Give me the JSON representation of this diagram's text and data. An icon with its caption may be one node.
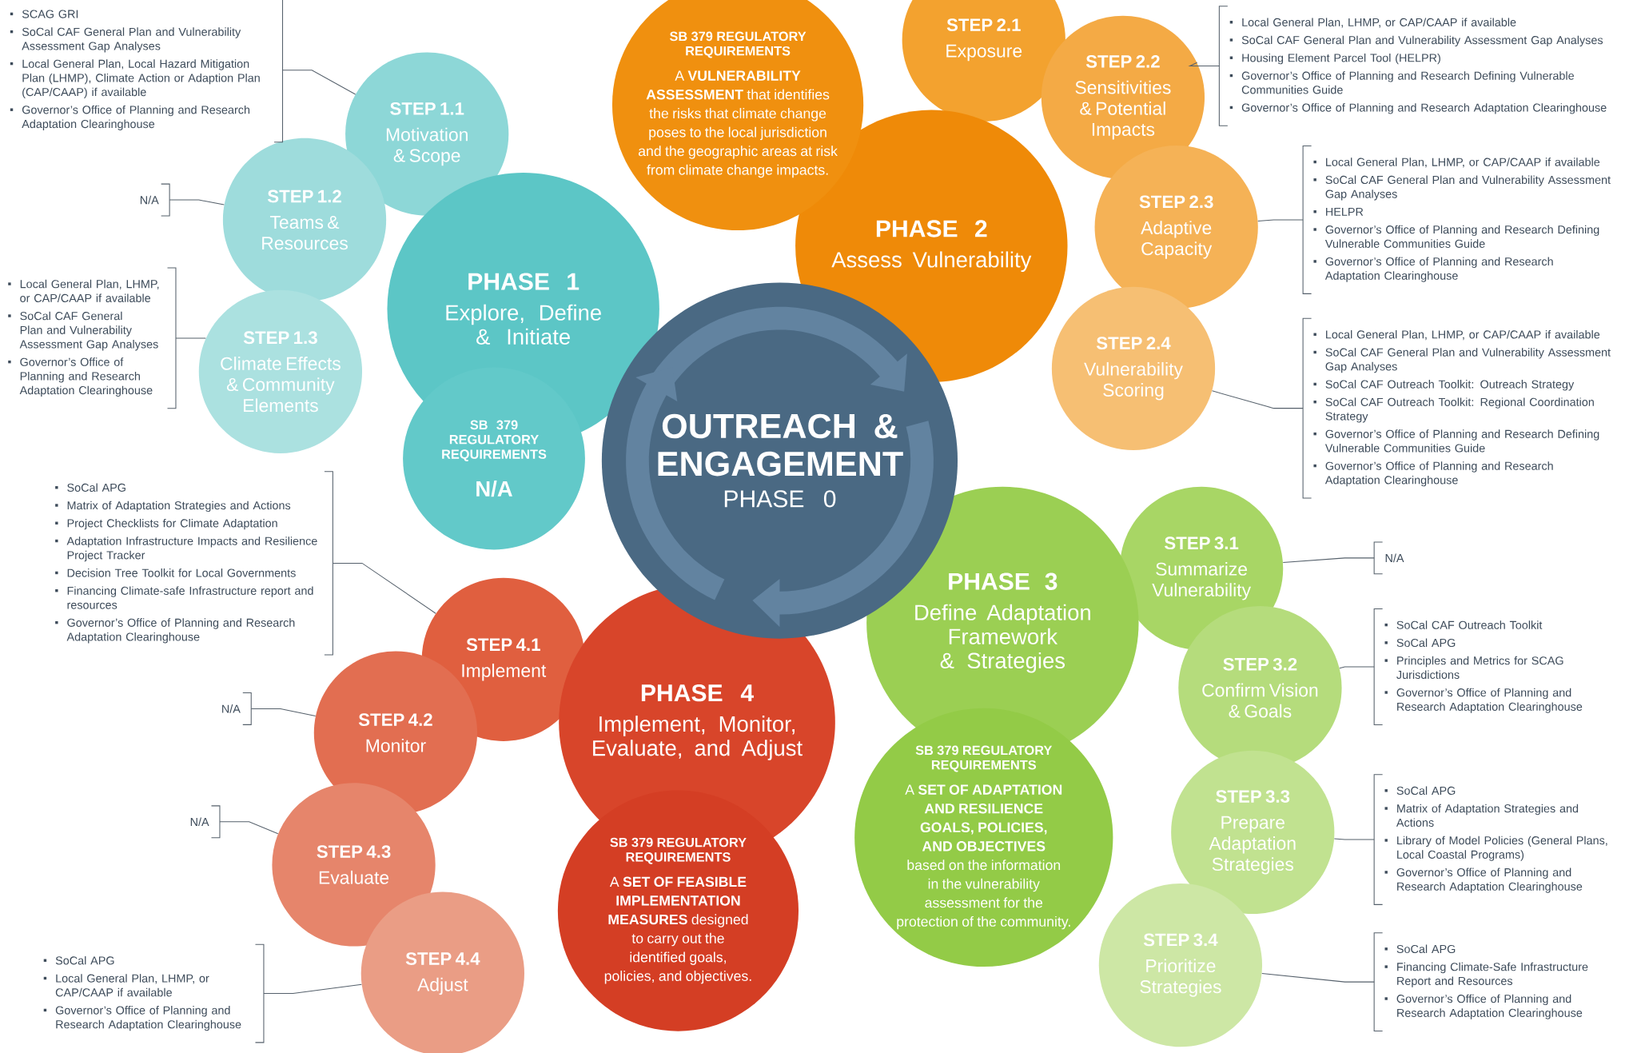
{
  "diagram": {
    "nodes": [
      {
        "text": [
          "OUTREACH & ENGAGEMENT",
          "PHASE 0"
        ]
      },
      {
        "text": [
          "PHASE 1",
          "Explore, Define & Initiate"
        ]
      },
      {
        "text": [
          "STEP 1.1",
          "Motivation & Scope"
        ]
      },
      {
        "text": [
          "STEP 1.2",
          "Teams & Resources"
        ]
      },
      {
        "text": [
          "STEP 1.3",
          "Climate Effects & Community Elements"
        ]
      },
      {
        "text": [
          "SB 379 REGULATORY REQUIREMENTS",
          "N/A"
        ]
      },
      {
        "text": [
          "PHASE 2",
          "Assess Vulnerability"
        ]
      },
      {
        "text": [
          "SB 379 REGULATORY REQUIREMENTS",
          "A **VULNERABILITY ASSESSMENT** that identifies the risks that climate change poses to the local jurisdiction and the geographic areas at risk from climate change impacts."
        ]
      },
      {
        "text": [
          "STEP 2.1",
          "Exposure"
        ]
      },
      {
        "text": [
          "STEP 2.2",
          "Sensitivities & Potential Impacts"
        ]
      },
      {
        "text": [
          "STEP 2.3",
          "Adaptive Capacity"
        ]
      },
      {
        "text": [
          "STEP 2.4",
          "Vulnerability Scoring"
        ]
      },
      {
        "text": [
          "PHASE 3",
          "Define Adaptation Framework & Strategies"
        ]
      },
      {
        "text": [
          "SB 379 REGULATORY REQUIREMENTS",
          "A **SET OF ADAPTATION AND RESILIENCE GOALS, POLICIES, AND OBJECTIVES** based on the information in the vulnerability assessment for the protection of the community."
        ]
      },
      {
        "text": [
          "STEP 3.1",
          "Summarize Vulnerability"
        ]
      },
      {
        "text": [
          "STEP 3.2",
          "Confirm Vision & Goals"
        ]
      },
      {
        "text": [
          "STEP 3.3",
          "Prepare Adaptation Strategies"
        ]
      },
      {
        "text": [
          "STEP 3.4",
          "Prioritize Strategies"
        ]
      },
      {
        "text": [
          "PHASE 4",
          "Implement, Monitor, Evaluate, and Adjust"
        ]
      },
      {
        "text": [
          "SB 379 REGULATORY REQUIREMENTS",
          "A **SET OF FEASIBLE IMPLEMENTATION MEASURES** designed to carry out the identified goals, policies, and objectives."
        ]
      },
      {
        "text": [
          "STEP 4.1",
          "Implement"
        ]
      },
      {
        "text": [
          "STEP 4.2",
          "Monitor"
        ]
      },
      {
        "text": [
          "STEP 4.3",
          "Evaluate"
        ]
      },
      {
        "text": [
          "STEP 4.4",
          "Adjust"
        ]
      },
      {
        "text": [
          "SCAG GRI",
          "SoCal CAF General Plan and Vulnerability Assessment Gap Analyses",
          "Local General Plan, Local Hazard Mitigation Plan (LHMP), Climate Action or Adaption Plan (CAP/CAAP) if available",
          "Governor’s Office of Planning and Research Adaptation Clearinghouse"
        ]
      },
      {
        "text": [
          "N/A"
        ]
      },
      {
        "text": [
          "Local General Plan, LHMP, or CAP/CAAP if available",
          "SoCal CAF General Plan and Vulnerability Assessment Gap Analyses",
          "Governor’s Office of Planning and Research Adaptation Clearinghouse"
        ]
      },
      {
        "text": [
          "Local General Plan, LHMP, or CAP/CAAP if available",
          "SoCal CAF General Plan and Vulnerability Assessment Gap Analyses",
          "Housing Element Parcel Tool (HELPR)",
          "Governor’s Office of Planning and Research Defining Vulnerable Communities Guide",
          "Governor’s Office of Planning and Research Adaptation Clearinghouse"
        ]
      },
      {
        "text": [
          "Local General Plan, LHMP, or CAP/CAAP if available",
          "SoCal CAF General Plan and Vulnerability Assessment Gap Analyses",
          "HELPR",
          "Governor’s Office of Planning and Research Defining Vulnerable Communities Guide",
          "Governor’s Office of Planning and Research Adaptation Clearinghouse"
        ]
      },
      {
        "text": [
          "Local General Plan, LHMP, or CAP/CAAP if available",
          "SoCal CAF General Plan and Vulnerability Assessment Gap Analyses",
          "SoCal CAF Outreach Toolkit: Outreach Strategy",
          "SoCal CAF Outreach Toolkit: Regional Coordination Strategy",
          "Governor’s Office of Planning and Research Defining Vulnerable Communities Guide",
          "Governor’s Office of Planning and Research Adaptation Clearinghouse"
        ]
      },
      {
        "text": [
          "N/A"
        ]
      },
      {
        "text": [
          "SoCal CAF Outreach Toolkit",
          "SoCal APG",
          "Principles and Metrics for SCAG Jurisdictions",
          "Governor’s Office of Planning and Research Adaptation Clearinghouse"
        ]
      },
      {
        "text": [
          "SoCal APG",
          "Matrix of Adaptation Strategies and Actions",
          "Library of Model Policies (General Plans, Local Coastal Programs)",
          "Governor’s Office of Planning and Research Adaptation Clearinghouse"
        ]
      },
      {
        "text": [
          "SoCal APG",
          "Financing Climate-Safe Infrastructure Report and Resources",
          "Governor’s Office of Planning and Research Adaptation Clearinghouse"
        ]
      },
      {
        "text": [
          "SoCal APG",
          "Matrix of Adaptation Strategies and Actions",
          "Project Checklists for Climate Adaptation",
          "Adaptation Infrastructure Impacts and Resilience Project Tracker",
          "Decision Tree Toolkit for Local Governments",
          "Financing Climate-safe Infrastructure report and resources",
          "Governor’s Office of Planning and Research Adaptation Clearinghouse"
        ]
      },
      {
        "text": [
          "N/A"
        ]
      },
      {
        "text": [
          "N/A"
        ]
      },
      {
        "text": [
          "SoCal APG",
          "Local General Plan, LHMP, or CAP/CAAP if available",
          "Governor’s Office of Planning and Research Adaptation Clearinghouse"
        ]
      }
    ],
    "edges": [
      {
        "from": 24,
        "to": 2,
        "arrow": "none"
      },
      {
        "from": 25,
        "to": 3,
        "arrow": "none"
      },
      {
        "from": 26,
        "to": 4,
        "arrow": "none"
      },
      {
        "from": 27,
        "to": 9,
        "arrow": "none"
      },
      {
        "from": 28,
        "to": 10,
        "arrow": "none"
      },
      {
        "from": 29,
        "to": 11,
        "arrow": "none"
      },
      {
        "from": 30,
        "to": 14,
        "arrow": "none"
      },
      {
        "from": 31,
        "to": 15,
        "arrow": "none"
      },
      {
        "from": 32,
        "to": 16,
        "arrow": "none"
      },
      {
        "from": 33,
        "to": 17,
        "arrow": "none"
      },
      {
        "from": 34,
        "to": 20,
        "arrow": "none"
      },
      {
        "from": 35,
        "to": 21,
        "arrow": "none"
      },
      {
        "from": 36,
        "to": 22,
        "arrow": "none"
      },
      {
        "from": 37,
        "to": 23,
        "arrow": "none"
      }
    ]
  }
}
